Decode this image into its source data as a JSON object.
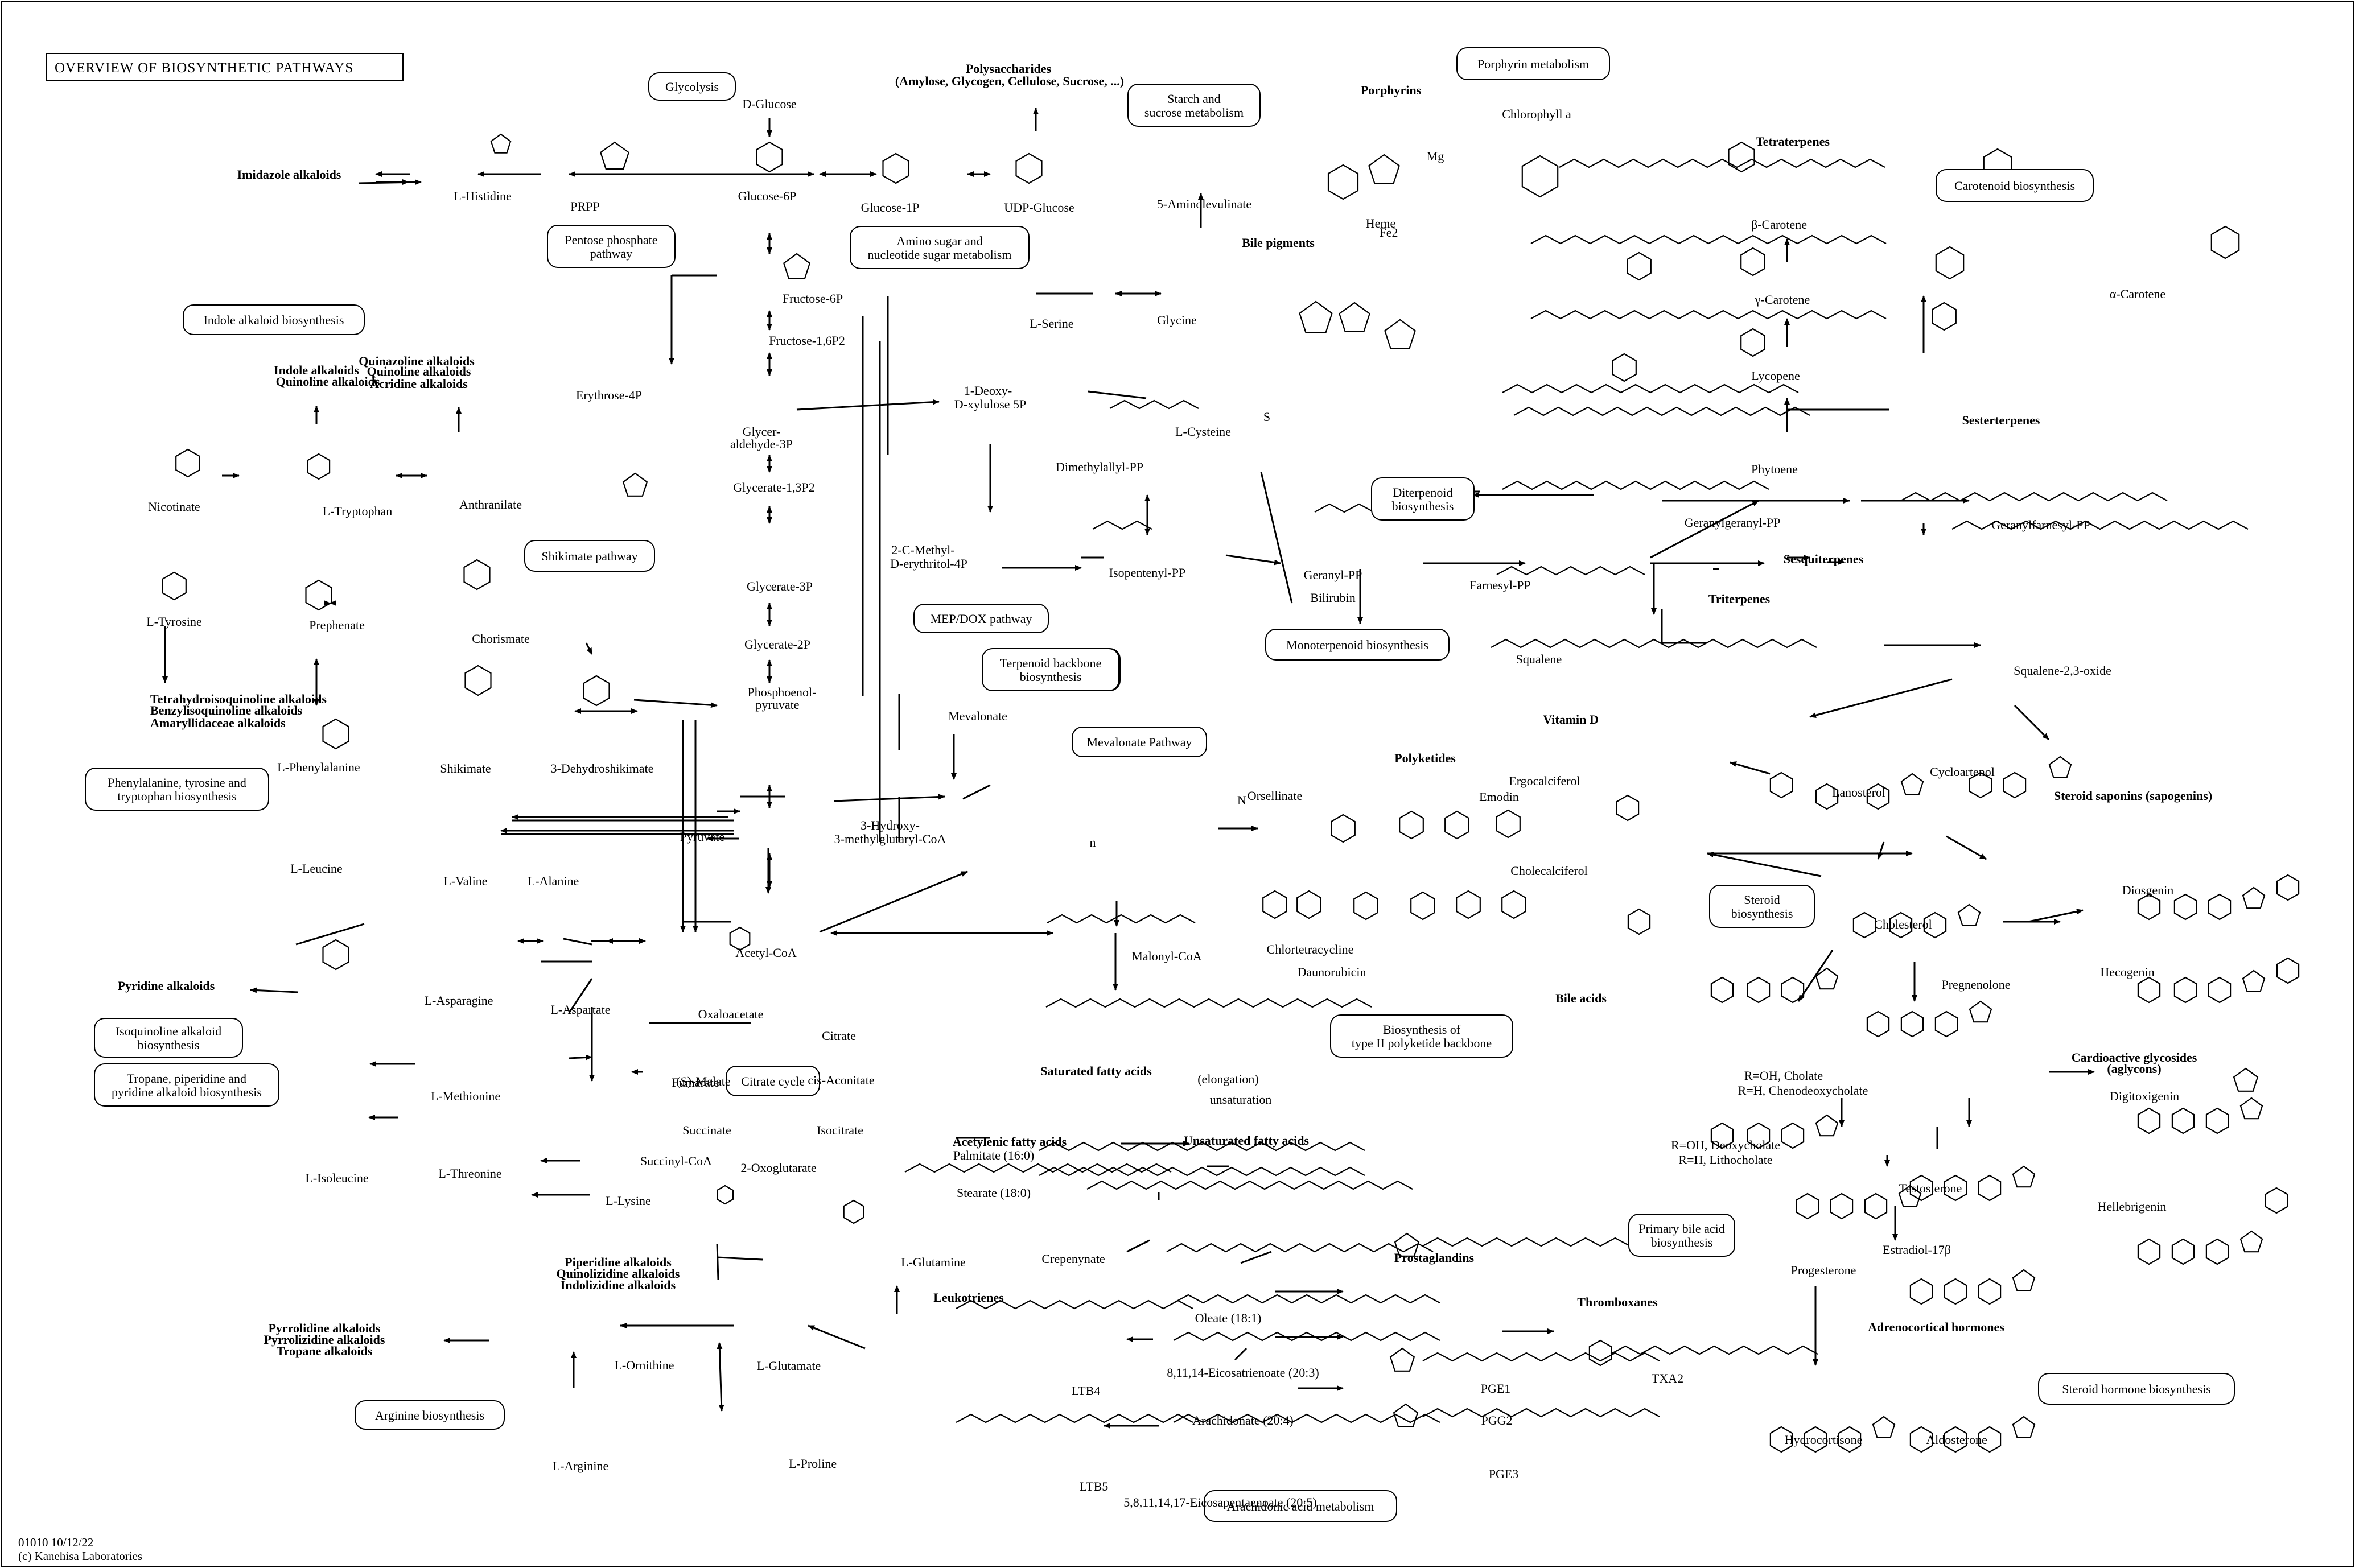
{
  "title": "OVERVIEW OF BIOSYNTHETIC PATHWAYS",
  "footer": [
    "01010 10/12/22",
    "(c) Kanehisa Laboratories"
  ],
  "map_links": [
    {
      "id": "glycolysis",
      "lines": [
        "Glycolysis"
      ]
    },
    {
      "id": "starch",
      "lines": [
        "Starch and",
        "sucrose metabolism"
      ]
    },
    {
      "id": "porphyrin",
      "lines": [
        "Porphyrin metabolism"
      ]
    },
    {
      "id": "carotenoid",
      "lines": [
        "Carotenoid biosynthesis"
      ]
    },
    {
      "id": "pentose",
      "lines": [
        "Pentose phosphate",
        "pathway"
      ]
    },
    {
      "id": "aminosugar",
      "lines": [
        "Amino sugar and",
        "nucleotide sugar metabolism"
      ]
    },
    {
      "id": "indole",
      "lines": [
        "Indole alkaloid biosynthesis"
      ]
    },
    {
      "id": "terpenoid1",
      "lines": [
        "Terpenoid backbone",
        "biosynthesis"
      ]
    },
    {
      "id": "diterpenoid",
      "lines": [
        "Diterpenoid",
        "biosynthesis"
      ]
    },
    {
      "id": "shikimate",
      "lines": [
        "Shikimate pathway"
      ]
    },
    {
      "id": "mep",
      "lines": [
        "MEP/DOX pathway"
      ]
    },
    {
      "id": "terpenoid2",
      "lines": [
        "Terpenoid backbone",
        "biosynthesis"
      ]
    },
    {
      "id": "monoterpenoid",
      "lines": [
        "Monoterpenoid biosynthesis"
      ]
    },
    {
      "id": "mevalonate",
      "lines": [
        "Mevalonate Pathway"
      ]
    },
    {
      "id": "phetyr",
      "lines": [
        "Phenylalanine, tyrosine and",
        "tryptophan biosynthesis"
      ]
    },
    {
      "id": "steroid",
      "lines": [
        "Steroid",
        "biosynthesis"
      ]
    },
    {
      "id": "isoquinoline",
      "lines": [
        "Isoquinoline alkaloid",
        "biosynthesis"
      ]
    },
    {
      "id": "tropane",
      "lines": [
        "Tropane, piperidine and",
        "pyridine alkaloid biosynthesis"
      ]
    },
    {
      "id": "citrate",
      "lines": [
        "Citrate cycle"
      ]
    },
    {
      "id": "polyketide",
      "lines": [
        "Biosynthesis of",
        "type II polyketide backbone"
      ]
    },
    {
      "id": "bileacid",
      "lines": [
        "Primary bile acid",
        "biosynthesis"
      ]
    },
    {
      "id": "steroidhormone",
      "lines": [
        "Steroid hormone biosynthesis"
      ]
    },
    {
      "id": "arginine",
      "lines": [
        "Arginine biosynthesis"
      ]
    },
    {
      "id": "arachidonic",
      "lines": [
        "Arachidonic acid metabolism"
      ]
    }
  ],
  "compounds": [
    "D-Glucose",
    "Glucose-6P",
    "Glucose-1P",
    "UDP-Glucose",
    "Fructose-6P",
    "Fructose-1,6P2",
    "Glycer-",
    "aldehyde-3P",
    "Glycerate-1,3P2",
    "Glycerate-3P",
    "Glycerate-2P",
    "Phosphoenol-",
    "pyruvate",
    "Pyruvate",
    "Acetyl-CoA",
    "PRPP",
    "L-Histidine",
    "Erythrose-4P",
    "L-Serine",
    "Glycine",
    "L-Cysteine",
    "5-Aminolevulinate",
    "Heme",
    "Chlorophyll a",
    "Bilirubin",
    "1-Deoxy-",
    "D-xylulose 5P",
    "2-C-Methyl-",
    "D-erythritol-4P",
    "Dimethylallyl-PP",
    "Isopentenyl-PP",
    "Geranyl-PP",
    "Farnesyl-PP",
    "Geranylgeranyl-PP",
    "Geranylfarnesyl-PP",
    "Squalene",
    "Squalene-2,3-oxide",
    "Phytoene",
    "Lycopene",
    "γ-Carotene",
    "β-Carotene",
    "α-Carotene",
    "Nicotinate",
    "L-Tryptophan",
    "Anthranilate",
    "L-Tyrosine",
    "Prephenate",
    "Chorismate",
    "L-Phenylalanine",
    "Shikimate",
    "3-Dehydroshikimate",
    "Mevalonate",
    "3-Hydroxy-",
    "3-methylglutaryl-CoA",
    "Malonyl-CoA",
    "Orsellinate",
    "Emodin",
    "Chlortetracycline",
    "Daunorubicin",
    "Ergocalciferol",
    "Cholecalciferol",
    "Lanosterol",
    "Cycloartenol",
    "Cholesterol",
    "Diosgenin",
    "Hecogenin",
    "Pregnenolone",
    "Progesterone",
    "Testosterone",
    "Estradiol-17β",
    "Hydrocortisone",
    "Aldosterone",
    "Digitoxigenin",
    "Hellebrigenin",
    "L-Leucine",
    "L-Valine",
    "L-Alanine",
    "L-Asparagine",
    "L-Aspartate",
    "L-Methionine",
    "L-Isoleucine",
    "L-Threonine",
    "L-Lysine",
    "Oxaloacetate",
    "(S)-Malate",
    "Fumarate",
    "Succinate",
    "Succinyl-CoA",
    "2-Oxoglutarate",
    "Isocitrate",
    "cis-Aconitate",
    "Citrate",
    "L-Glutamine",
    "L-Glutamate",
    "L-Ornithine",
    "L-Arginine",
    "L-Proline",
    "Palmitate (16:0)",
    "Stearate (18:0)",
    "(elongation)",
    "unsaturation",
    "Crepenynate",
    "Oleate (18:1)",
    "8,11,14-Eicosatrienoate (20:3)",
    "Arachidonate (20:4)",
    "5,8,11,14,17-Eicosapentaenoate (20:5)",
    "PGE1",
    "PGG2",
    "PGE3",
    "TXA2",
    "LTB4",
    "LTB5",
    "R=OH, Cholate",
    "R=H, Chenodeoxycholate",
    "R=OH, Deoxycholate",
    "R=H, Lithocholate",
    "Fe2",
    "Mg",
    "S",
    "N",
    "n"
  ],
  "product_classes": [
    "Imidazole alkaloids",
    "Indole alkaloids",
    "Quinoline alkaloids",
    "Quinazoline alkaloids",
    "Quinoline alkaloids",
    "Acridine alkaloids",
    "Tetrahydroisoquinoline alkaloids",
    "Benzylisoquinoline alkaloids",
    "Amaryllidaceae alkaloids",
    "Pyridine alkaloids",
    "Piperidine alkaloids",
    "Quinolizidine alkaloids",
    "Indolizidine alkaloids",
    "Pyrrolidine alkaloids",
    "Pyrrolizidine alkaloids",
    "Tropane alkaloids",
    "Polysaccharides",
    "(Amylose, Glycogen, Cellulose, Sucrose, ...)",
    "Porphyrins",
    "Bile pigments",
    "Tetraterpenes",
    "Sesterterpenes",
    "Sesquiterpenes",
    "Triterpenes",
    "Polyketides",
    "Vitamin D",
    "Steroid saponins (sapogenins)",
    "Cardioactive glycosides",
    "(aglycons)",
    "Bile acids",
    "Adrenocortical hormones",
    "Saturated fatty acids",
    "Unsaturated fatty acids",
    "Acetylenic fatty acids",
    "Prostaglandins",
    "Thromboxanes",
    "Leukotrienes"
  ]
}
